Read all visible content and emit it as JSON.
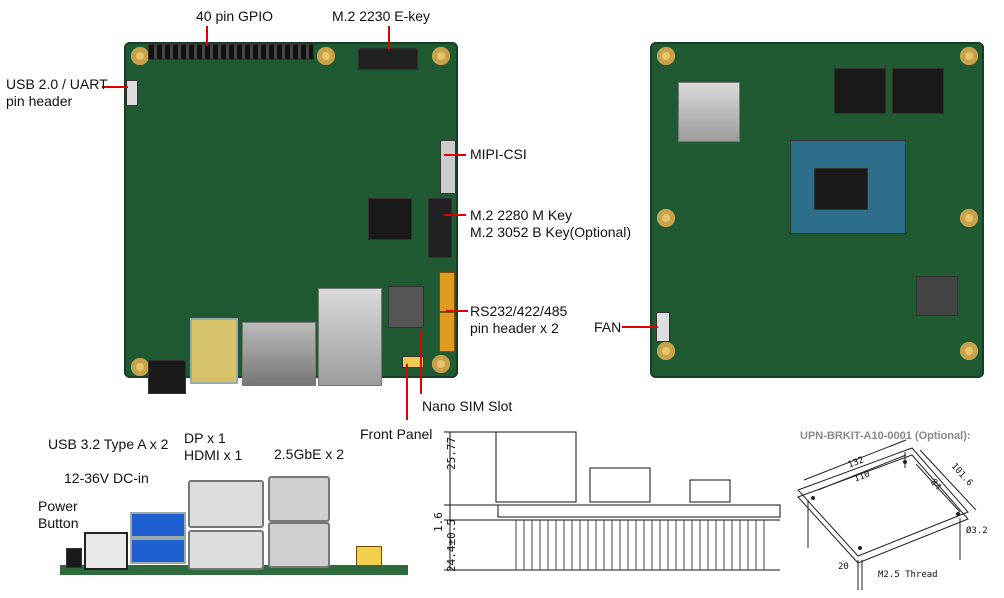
{
  "labels": {
    "gpio": "40 pin GPIO",
    "m2_e": "M.2 2230 E-key",
    "usb_uart": "USB 2.0 / UART\npin header",
    "mipi": "MIPI-CSI",
    "m2_m": "M.2 2280 M Key\nM.2 3052 B Key(Optional)",
    "rs232": "RS232/422/485\npin header x 2",
    "fan": "FAN",
    "nano_sim": "Nano SIM Slot",
    "front_panel": "Front Panel",
    "usb32": "USB 3.2 Type A x 2",
    "dc_in": "12-36V DC-in",
    "power_button": "Power\nButton",
    "dp_hdmi": "DP x 1\nHDMI x 1",
    "gbe": "2.5GbE x 2",
    "bracket": "UPN-BRKIT-A10-0001 (Optional):"
  },
  "dimensions": {
    "height_top": "25.77",
    "height_bottom": "24.4±0.5",
    "board_thickness": "1.6",
    "bracket_len_outer": "132",
    "bracket_len_inner": "110",
    "bracket_w_outer": "101.6",
    "bracket_w_inner": "84",
    "bracket_hole": "Ø3.2",
    "bracket_thread": "M2.5 Thread",
    "bracket_post": "20"
  }
}
